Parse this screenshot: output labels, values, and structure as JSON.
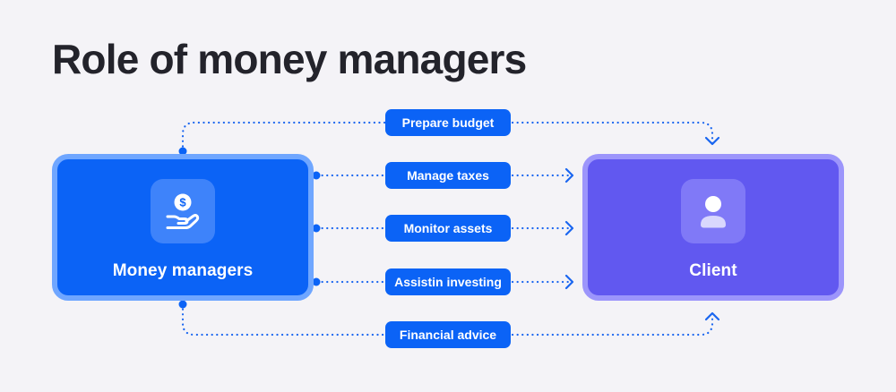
{
  "title": "Role of money managers",
  "nodes": {
    "manager": {
      "label": "Money managers",
      "icon": "hand-holding-dollar-icon"
    },
    "client": {
      "label": "Client",
      "icon": "user-icon"
    }
  },
  "roles": [
    {
      "label": "Prepare budget"
    },
    {
      "label": "Manage taxes"
    },
    {
      "label": "Monitor assets"
    },
    {
      "label": "Assistin investing"
    },
    {
      "label": "Financial advice"
    }
  ],
  "colors": {
    "background": "#f4f3f7",
    "primary_blue": "#0b63f6",
    "manager_border": "#6fa6ff",
    "client_purple": "#6158f0",
    "client_border": "#9c95fb",
    "connector": "#1a66f0"
  }
}
